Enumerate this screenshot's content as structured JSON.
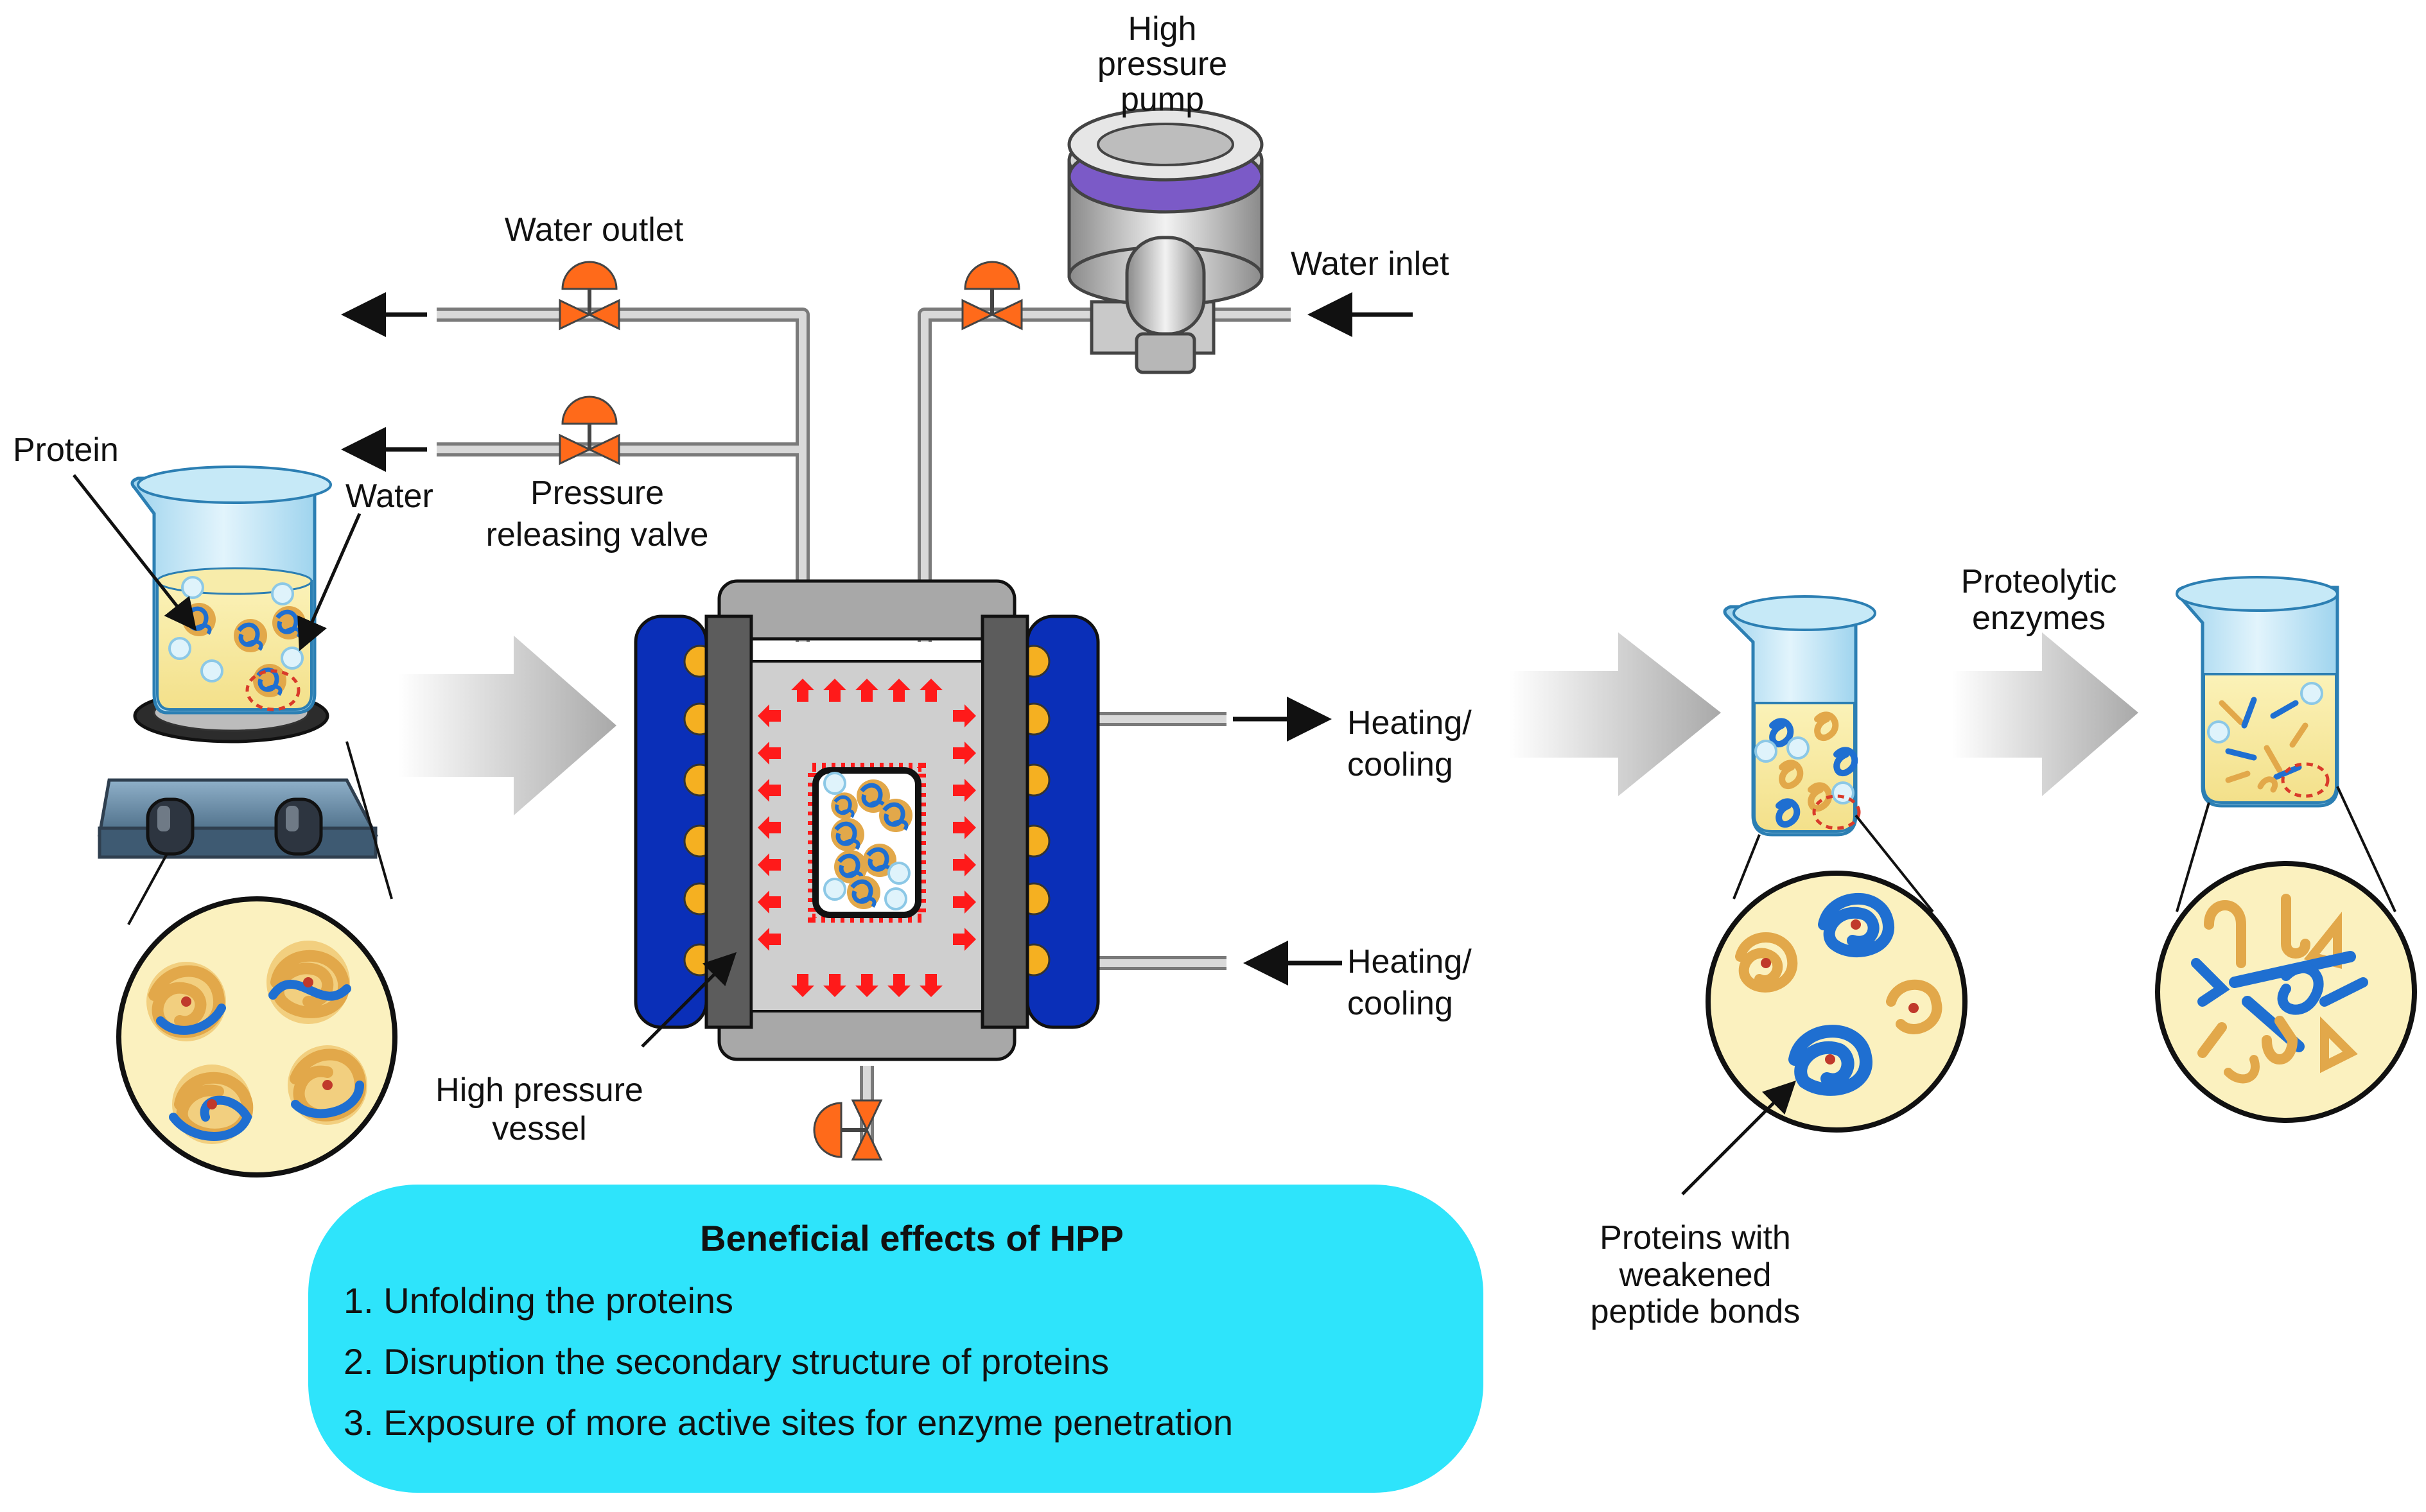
{
  "labels": {
    "protein": "Protein",
    "water": "Water",
    "water_outlet": "Water outlet",
    "pressure_valve_1": "Pressure",
    "pressure_valve_2": "releasing valve",
    "pump_1": "High",
    "pump_2": "pressure",
    "pump_3": "pump",
    "water_inlet": "Water inlet",
    "heating_top_1": "Heating/",
    "heating_top_2": "cooling",
    "heating_bottom_1": "Heating/",
    "heating_bottom_2": "cooling",
    "vessel_1": "High pressure",
    "vessel_2": "vessel",
    "enzymes_1": "Proteolytic",
    "enzymes_2": "enzymes",
    "weakened_1": "Proteins with",
    "weakened_2": "weakened",
    "weakened_3": "peptide bonds"
  },
  "benefits": {
    "title": "Beneficial effects of HPP",
    "items": [
      "1. Unfolding the proteins",
      "2. Disruption the secondary structure of proteins",
      "3. Exposure of more active sites for enzyme penetration"
    ]
  },
  "colors": {
    "valve": "#ff6a1a",
    "jacket": "#0a2fb8",
    "pressure_arrow": "#ff1a1a",
    "benefit_box": "#2ee4fb",
    "protein_gold": "#e2a84a",
    "protein_blue": "#1f6fd1"
  }
}
